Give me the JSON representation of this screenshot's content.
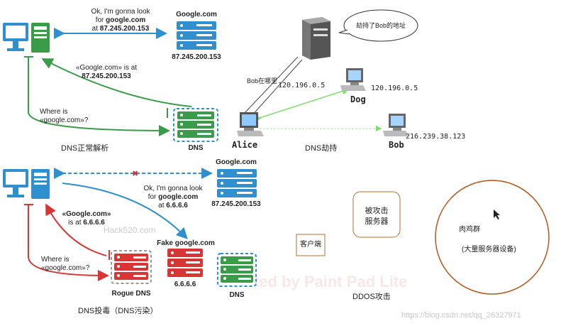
{
  "top": {
    "text1": [
      "Ok, I'm gonna look",
      "for ",
      "google.com",
      "at ",
      "87.245.200.153"
    ],
    "google_label": "Google.com",
    "google_ip": "87.245.200.153",
    "answer": [
      "«Google.com» is at",
      "87.245.200.153"
    ],
    "where": [
      "Where is",
      "«google.com»?"
    ],
    "dns_label": "DNS",
    "caption": "DNS正常解析"
  },
  "hijack": {
    "bubble": "劫持了Bob的地址",
    "where_bob": "Bob在哪里",
    "ip_reply": "120.196.0.5",
    "alice": "Alice",
    "dog": "Dog",
    "dog_ip": "120.196.0.5",
    "bob": "Bob",
    "bob_ip": "216.239.38.123",
    "caption": "DNS劫持"
  },
  "bottom": {
    "google_label": "Google.com",
    "google_ip": "87.245.200.153",
    "text1": [
      "Ok, I'm gonna look",
      "for ",
      "google.com",
      "at ",
      "6.6.6.6"
    ],
    "answer": [
      "«Google.com»",
      "is at ",
      "6.6.6.6"
    ],
    "where": [
      "Where is",
      "«google.com»?"
    ],
    "fake_label": "Fake google.com",
    "fake_ip": "6.6.6.6",
    "rogue_label": "Rogue DNS",
    "dns_label": "DNS",
    "caption": "DNS投毒（DNS污染）",
    "watermark": "Hack520.com"
  },
  "ddos": {
    "client": "客户端",
    "target": [
      "被攻击",
      "服务器"
    ],
    "botnet": [
      "肉鸡群",
      "(大量服务器设备)"
    ],
    "caption": "DDOS攻击",
    "paint_watermark": "ted by Paint Pad Lite"
  },
  "footer": {
    "csdn": "https://blog.csdn.net/qq_26327971"
  },
  "colors": {
    "blue": "#2f8fcf",
    "green": "#3a9b49",
    "red": "#d83535",
    "lightgreen": "#7fdc6f",
    "circle": "#b5581d"
  }
}
